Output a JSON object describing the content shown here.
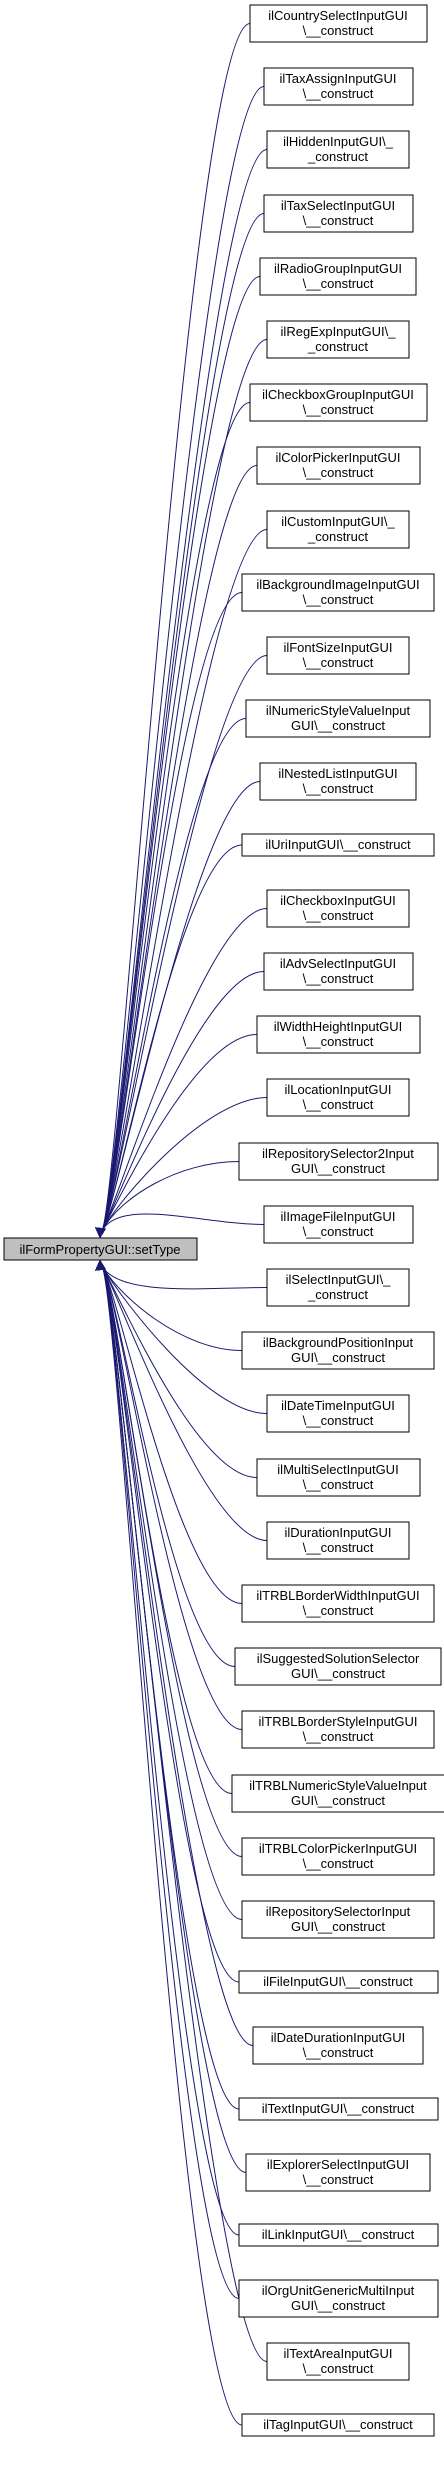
{
  "root": {
    "label": "ilFormPropertyGUI::setType"
  },
  "colors": {
    "edge": "#191970",
    "root_fill": "#bfbfbf",
    "node_fill": "#ffffff",
    "border": "#000000"
  },
  "nodes": [
    {
      "lines": [
        "ilCountrySelectInputGUI",
        "\\__construct"
      ]
    },
    {
      "lines": [
        "ilTaxAssignInputGUI",
        "\\__construct"
      ]
    },
    {
      "lines": [
        "ilHiddenInputGUI\\_",
        "_construct"
      ]
    },
    {
      "lines": [
        "ilTaxSelectInputGUI",
        "\\__construct"
      ]
    },
    {
      "lines": [
        "ilRadioGroupInputGUI",
        "\\__construct"
      ]
    },
    {
      "lines": [
        "ilRegExpInputGUI\\_",
        "_construct"
      ]
    },
    {
      "lines": [
        "ilCheckboxGroupInputGUI",
        "\\__construct"
      ]
    },
    {
      "lines": [
        "ilColorPickerInputGUI",
        "\\__construct"
      ]
    },
    {
      "lines": [
        "ilCustomInputGUI\\_",
        "_construct"
      ]
    },
    {
      "lines": [
        "ilBackgroundImageInputGUI",
        "\\__construct"
      ]
    },
    {
      "lines": [
        "ilFontSizeInputGUI",
        "\\__construct"
      ]
    },
    {
      "lines": [
        "ilNumericStyleValueInput",
        "GUI\\__construct"
      ]
    },
    {
      "lines": [
        "ilNestedListInputGUI",
        "\\__construct"
      ]
    },
    {
      "lines": [
        "ilUriInputGUI\\__construct"
      ]
    },
    {
      "lines": [
        "ilCheckboxInputGUI",
        "\\__construct"
      ]
    },
    {
      "lines": [
        "ilAdvSelectInputGUI",
        "\\__construct"
      ]
    },
    {
      "lines": [
        "ilWidthHeightInputGUI",
        "\\__construct"
      ]
    },
    {
      "lines": [
        "ilLocationInputGUI",
        "\\__construct"
      ]
    },
    {
      "lines": [
        "ilRepositorySelector2Input",
        "GUI\\__construct"
      ]
    },
    {
      "lines": [
        "ilImageFileInputGUI",
        "\\__construct"
      ]
    },
    {
      "lines": [
        "ilSelectInputGUI\\_",
        "_construct"
      ]
    },
    {
      "lines": [
        "ilBackgroundPositionInput",
        "GUI\\__construct"
      ]
    },
    {
      "lines": [
        "ilDateTimeInputGUI",
        "\\__construct"
      ]
    },
    {
      "lines": [
        "ilMultiSelectInputGUI",
        "\\__construct"
      ]
    },
    {
      "lines": [
        "ilDurationInputGUI",
        "\\__construct"
      ]
    },
    {
      "lines": [
        "ilTRBLBorderWidthInputGUI",
        "\\__construct"
      ]
    },
    {
      "lines": [
        "ilSuggestedSolutionSelector",
        "GUI\\__construct"
      ]
    },
    {
      "lines": [
        "ilTRBLBorderStyleInputGUI",
        "\\__construct"
      ]
    },
    {
      "lines": [
        "ilTRBLNumericStyleValueInput",
        "GUI\\__construct"
      ]
    },
    {
      "lines": [
        "ilTRBLColorPickerInputGUI",
        "\\__construct"
      ]
    },
    {
      "lines": [
        "ilRepositorySelectorInput",
        "GUI\\__construct"
      ]
    },
    {
      "lines": [
        "ilFileInputGUI\\__construct"
      ]
    },
    {
      "lines": [
        "ilDateDurationInputGUI",
        "\\__construct"
      ]
    },
    {
      "lines": [
        "ilTextInputGUI\\__construct"
      ]
    },
    {
      "lines": [
        "ilExplorerSelectInputGUI",
        "\\__construct"
      ]
    },
    {
      "lines": [
        "ilLinkInputGUI\\__construct"
      ]
    },
    {
      "lines": [
        "ilOrgUnitGenericMultiInput",
        "GUI\\__construct"
      ]
    },
    {
      "lines": [
        "ilTextAreaInputGUI",
        "\\__construct"
      ]
    },
    {
      "lines": [
        "ilTagInputGUI\\__construct"
      ]
    }
  ]
}
